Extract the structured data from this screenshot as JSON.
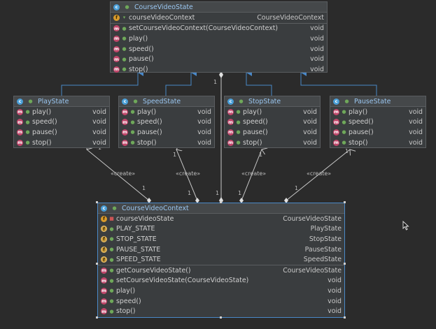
{
  "course_video_state": {
    "name": "CourseVideoState",
    "field": {
      "name": "courseVideoContext",
      "type": "CourseVideoContext"
    },
    "methods": [
      {
        "name": "setCourseVideoContext(CourseVideoContext)",
        "type": "void"
      },
      {
        "name": "play()",
        "type": "void"
      },
      {
        "name": "speed()",
        "type": "void"
      },
      {
        "name": "pause()",
        "type": "void"
      },
      {
        "name": "stop()",
        "type": "void"
      }
    ]
  },
  "states": [
    {
      "name": "PlayState",
      "methods": [
        {
          "name": "play()",
          "type": "void"
        },
        {
          "name": "speed()",
          "type": "void"
        },
        {
          "name": "pause()",
          "type": "void"
        },
        {
          "name": "stop()",
          "type": "void"
        }
      ]
    },
    {
      "name": "SpeedState",
      "methods": [
        {
          "name": "play()",
          "type": "void"
        },
        {
          "name": "speed()",
          "type": "void"
        },
        {
          "name": "pause()",
          "type": "void"
        },
        {
          "name": "stop()",
          "type": "void"
        }
      ]
    },
    {
      "name": "StopState",
      "methods": [
        {
          "name": "play()",
          "type": "void"
        },
        {
          "name": "speed()",
          "type": "void"
        },
        {
          "name": "pause()",
          "type": "void"
        },
        {
          "name": "stop()",
          "type": "void"
        }
      ]
    },
    {
      "name": "PauseState",
      "methods": [
        {
          "name": "play()",
          "type": "void"
        },
        {
          "name": "speed()",
          "type": "void"
        },
        {
          "name": "pause()",
          "type": "void"
        },
        {
          "name": "stop()",
          "type": "void"
        }
      ]
    }
  ],
  "course_video_context": {
    "name": "CourseVideoContext",
    "fields": [
      {
        "name": "courseVideoState",
        "type": "CourseVideoState"
      },
      {
        "name": "PLAY_STATE",
        "type": "PlayState"
      },
      {
        "name": "STOP_STATE",
        "type": "StopState"
      },
      {
        "name": "PAUSE_STATE",
        "type": "PauseState"
      },
      {
        "name": "SPEED_STATE",
        "type": "SpeedState"
      }
    ],
    "methods": [
      {
        "name": "getCourseVideoState()",
        "type": "CourseVideoState"
      },
      {
        "name": "setCourseVideoState(CourseVideoState)",
        "type": "void"
      },
      {
        "name": "play()",
        "type": "void"
      },
      {
        "name": "speed()",
        "type": "void"
      },
      {
        "name": "stop()",
        "type": "void"
      }
    ]
  },
  "edge_labels": {
    "create": "«create»",
    "one": "1"
  },
  "icons": {
    "class": "class-icon",
    "method": "method-icon",
    "field": "field-icon",
    "constant": "static-final-field-icon",
    "cursor": "mouse-cursor-icon"
  },
  "colors": {
    "background": "#2b2b2b",
    "class_box": "#3a3d3f",
    "header_text": "#9ac6f0",
    "inheritance_arrow": "#4a88c7",
    "selection_border": "#4a88c7",
    "method_icon": "#c0466a",
    "class_icon": "#4a9fd8",
    "field_icon": "#d99a2b"
  }
}
